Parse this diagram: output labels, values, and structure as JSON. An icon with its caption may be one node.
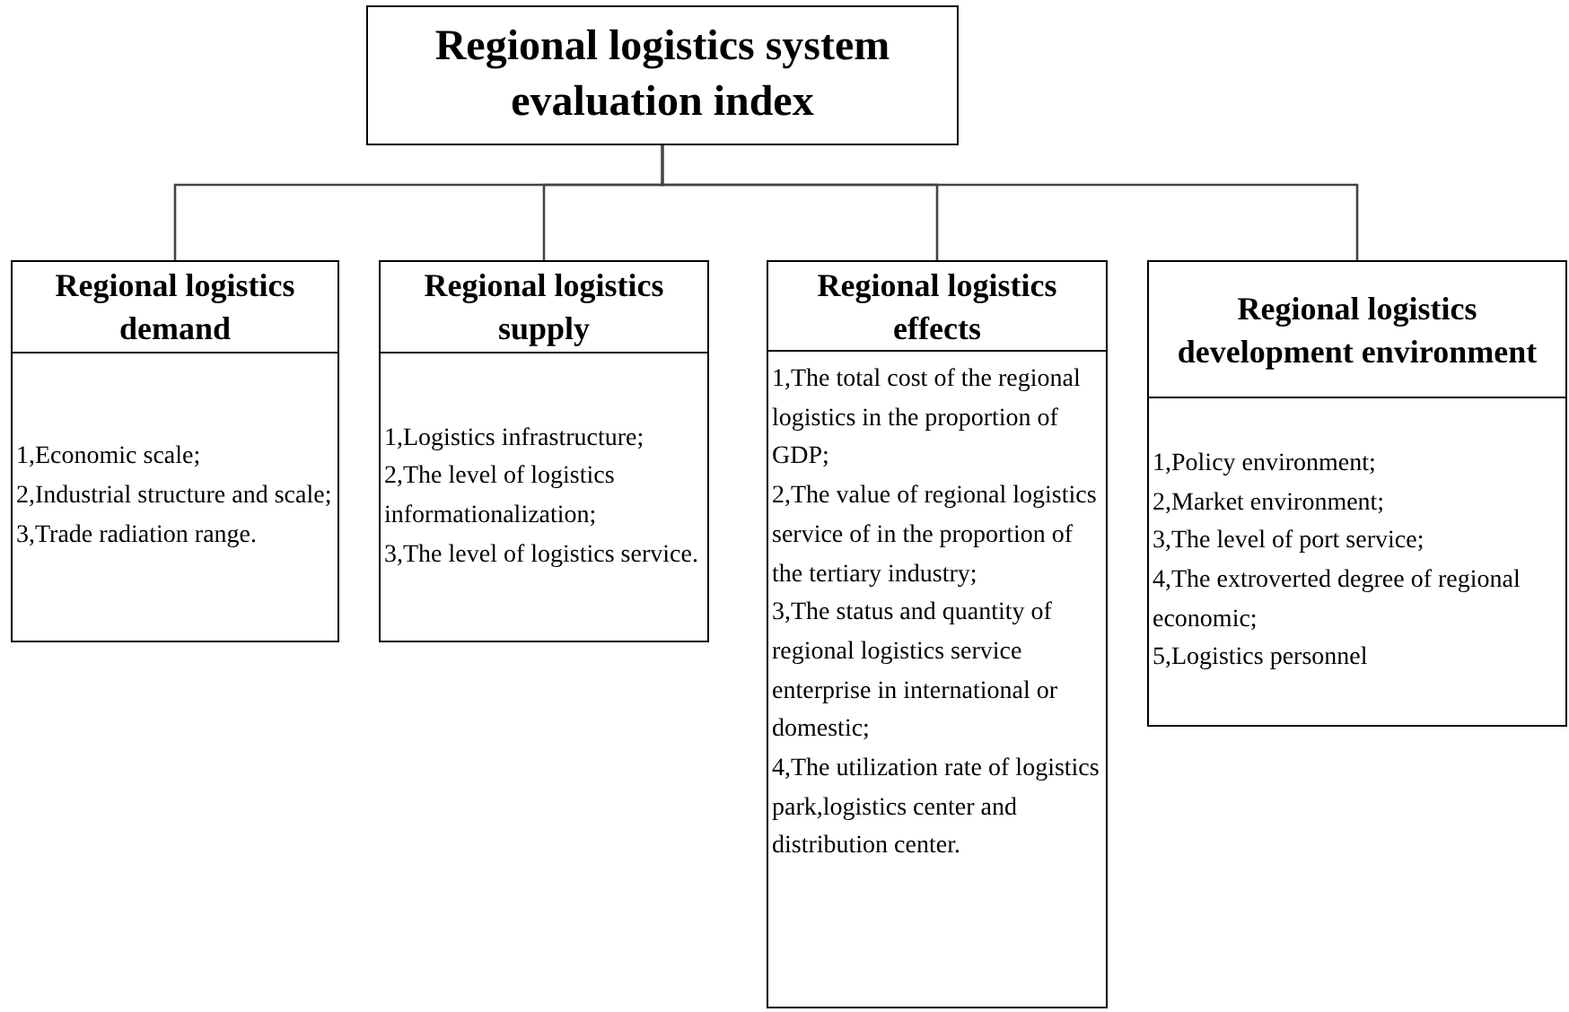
{
  "diagram": {
    "nodes": [
      {
        "text": [
          "Regional logistics system evaluation index"
        ]
      },
      {
        "text": [
          "Regional logistics demand",
          "1,Economic scale;",
          "2,Industrial structure and scale;",
          "3,Trade radiation range."
        ]
      },
      {
        "text": [
          "Regional logistics supply",
          "1,Logistics infrastructure;",
          "2,The level of logistics informationalization;",
          "3,The level of logistics service."
        ]
      },
      {
        "text": [
          "Regional logistics effects",
          "1,The total cost of the regional logistics in the proportion of GDP;",
          "2,The value of regional logistics service of in the proportion of the tertiary industry;",
          "3,The status and quantity of regional logistics service enterprise in international or domestic;",
          "4,The utilization rate of logistics park,logistics center and distribution center."
        ]
      },
      {
        "text": [
          "Regional logistics development environment",
          "1,Policy environment;",
          "2,Market environment;",
          "3,The level of port service;",
          "4,The extroverted degree of regional economic;",
          "5,Logistics personnel"
        ]
      }
    ],
    "edges": [
      {
        "from": 0,
        "to": 1,
        "arrow": "none"
      },
      {
        "from": 0,
        "to": 2,
        "arrow": "none"
      },
      {
        "from": 0,
        "to": 3,
        "arrow": "none"
      },
      {
        "from": 0,
        "to": 4,
        "arrow": "none"
      }
    ]
  }
}
